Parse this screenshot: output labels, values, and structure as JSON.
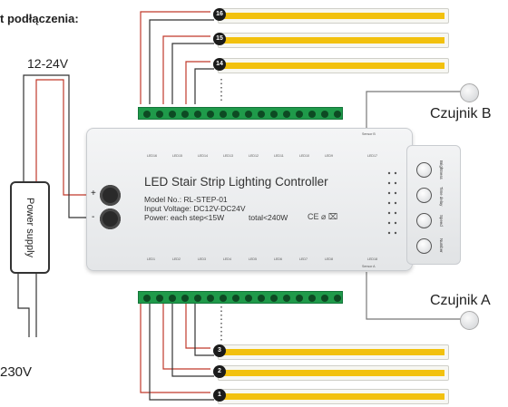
{
  "header_fragment": "t podłączenia:",
  "power": {
    "input_voltage": "12-24V",
    "mains_voltage": "230V",
    "supply_label": "Power supply",
    "plus": "+",
    "minus": "-"
  },
  "controller": {
    "title": "LED Stair Strip Lighting Controller",
    "model": "Model No.: RL-STEP-01",
    "input": "Input Voltage: DC12V-DC24V",
    "power": "Power: each step<15W",
    "total": "total<240W",
    "cert": "CE ⌀ ⌧",
    "top_leds": [
      "LED16",
      "LED15",
      "LED14",
      "LED13",
      "LED12",
      "LED11",
      "LED10",
      "LED9"
    ],
    "bottom_leds": [
      "LED1",
      "LED2",
      "LED3",
      "LED4",
      "LED5",
      "LED6",
      "LED7",
      "LED8"
    ],
    "led17": "LED17",
    "led18": "LED18",
    "sensor_b_small": "Sensor B",
    "sensor_a_small": "Sensor A",
    "button_labels": [
      "Brightness",
      "Time delay",
      "Speed",
      "Number"
    ]
  },
  "sensors": {
    "b_label": "Czujnik B",
    "a_label": "Czujnik A"
  },
  "steps_top": [
    "16",
    "15",
    "14"
  ],
  "steps_bottom": [
    "3",
    "2",
    "1"
  ],
  "colors": {
    "terminal_green": "#1f9a4a",
    "strip_yellow": "#f2c10e",
    "wire_red": "#c0392b",
    "wire_dark": "#333333"
  }
}
